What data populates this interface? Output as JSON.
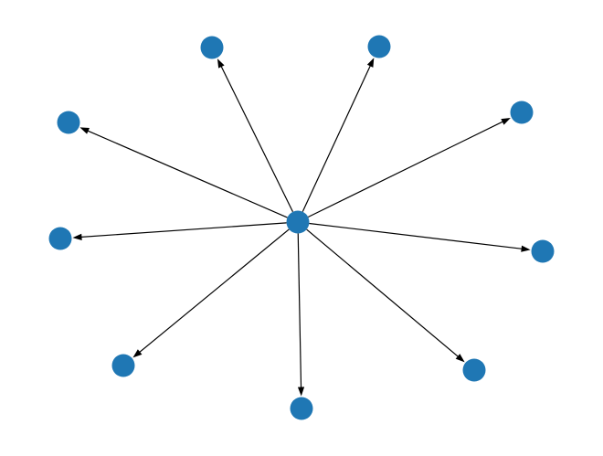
{
  "diagram": {
    "type": "directed-star-graph",
    "node_color": "#1f77b4",
    "edge_color": "#000000",
    "center_node": "hub",
    "nodes": [
      {
        "id": "hub",
        "role": "center"
      },
      {
        "id": "n1",
        "role": "leaf"
      },
      {
        "id": "n2",
        "role": "leaf"
      },
      {
        "id": "n3",
        "role": "leaf"
      },
      {
        "id": "n4",
        "role": "leaf"
      },
      {
        "id": "n5",
        "role": "leaf"
      },
      {
        "id": "n6",
        "role": "leaf"
      },
      {
        "id": "n7",
        "role": "leaf"
      },
      {
        "id": "n8",
        "role": "leaf"
      },
      {
        "id": "n9",
        "role": "leaf"
      }
    ],
    "edges": [
      {
        "from": "hub",
        "to": "n1"
      },
      {
        "from": "hub",
        "to": "n2"
      },
      {
        "from": "hub",
        "to": "n3"
      },
      {
        "from": "hub",
        "to": "n4"
      },
      {
        "from": "hub",
        "to": "n5"
      },
      {
        "from": "hub",
        "to": "n6"
      },
      {
        "from": "hub",
        "to": "n7"
      },
      {
        "from": "hub",
        "to": "n8"
      },
      {
        "from": "hub",
        "to": "n9"
      }
    ]
  }
}
